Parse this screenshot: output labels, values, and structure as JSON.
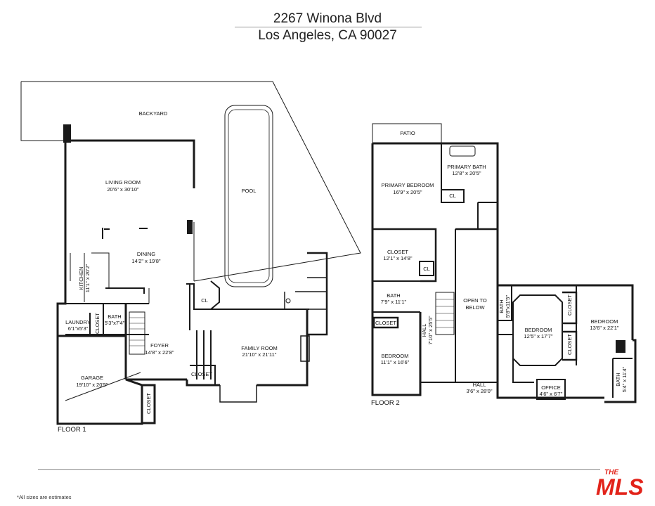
{
  "header": {
    "address_line1": "2267 Winona Blvd",
    "address_line2": "Los Angeles, CA 90027"
  },
  "floor1": {
    "label": "FLOOR 1",
    "rooms": {
      "backyard": {
        "name": "BACKYARD",
        "dims": ""
      },
      "pool": {
        "name": "POOL",
        "dims": ""
      },
      "living": {
        "name": "LIVING ROOM",
        "dims": "20'6\" x 30'10\""
      },
      "dining": {
        "name": "DINING",
        "dims": "14'2\" x 19'8\""
      },
      "kitchen": {
        "name": "KITCHEN",
        "dims": "11'1\" x 20'2\""
      },
      "laundry": {
        "name": "LAUNDRY",
        "dims": "6'1\"x5'3\""
      },
      "closet_a": {
        "name": "CLOSET",
        "dims": ""
      },
      "bath": {
        "name": "BATH",
        "dims": "5'3\"x7'4\""
      },
      "foyer": {
        "name": "FOYER",
        "dims": "14'8\" x 22'8\""
      },
      "cl": {
        "name": "CL",
        "dims": ""
      },
      "family": {
        "name": "FAMILY ROOM",
        "dims": "21'10\" x 21'11\""
      },
      "closet_b": {
        "name": "CLOSET",
        "dims": ""
      },
      "garage": {
        "name": "GARAGE",
        "dims": "19'10\" x 20'5\""
      },
      "closet_c": {
        "name": "CLOSET",
        "dims": ""
      }
    }
  },
  "floor2": {
    "label": "FLOOR 2",
    "rooms": {
      "patio": {
        "name": "PATIO",
        "dims": ""
      },
      "primary_bedroom": {
        "name": "PRIMARY BEDROOM",
        "dims": "16'9\" x 20'5\""
      },
      "primary_bath": {
        "name": "PRIMARY BATH",
        "dims": "12'8\" x 20'5\""
      },
      "cl_a": {
        "name": "CL",
        "dims": ""
      },
      "closet_big": {
        "name": "CLOSET",
        "dims": "12'1\" x 14'8\""
      },
      "cl_b": {
        "name": "CL",
        "dims": ""
      },
      "open_below": {
        "name": "OPEN TO",
        "dims": "BELOW"
      },
      "bath": {
        "name": "BATH",
        "dims": "7'9\" x 11'1\""
      },
      "closet_small": {
        "name": "CLOSET",
        "dims": ""
      },
      "hall_v": {
        "name": "HALL",
        "dims": "7'10\" x 25'5\""
      },
      "bedroom_a": {
        "name": "BEDROOM",
        "dims": "11'1\" x 16'6\""
      },
      "hall_h": {
        "name": "HALL",
        "dims": "3'6\" x 28'0\""
      },
      "bath_b": {
        "name": "BATH",
        "dims": "5'8\"x11'5\""
      },
      "bedroom_b": {
        "name": "BEDROOM",
        "dims": "12'5\" x 17'7\""
      },
      "closet_d": {
        "name": "CLOSET",
        "dims": ""
      },
      "closet_e": {
        "name": "CLOSET",
        "dims": ""
      },
      "bedroom_c": {
        "name": "BEDROOM",
        "dims": "13'6\" x 22'1\""
      },
      "office": {
        "name": "OFFICE",
        "dims": "4'6\" x 6'7\""
      },
      "bath_c": {
        "name": "BATH",
        "dims": "5'4\" x 11'4\""
      }
    }
  },
  "footer": {
    "note": "*All sizes are estimates",
    "logo_top": "THE",
    "logo_main": "MLS",
    "logo_color": "#e2231a"
  }
}
